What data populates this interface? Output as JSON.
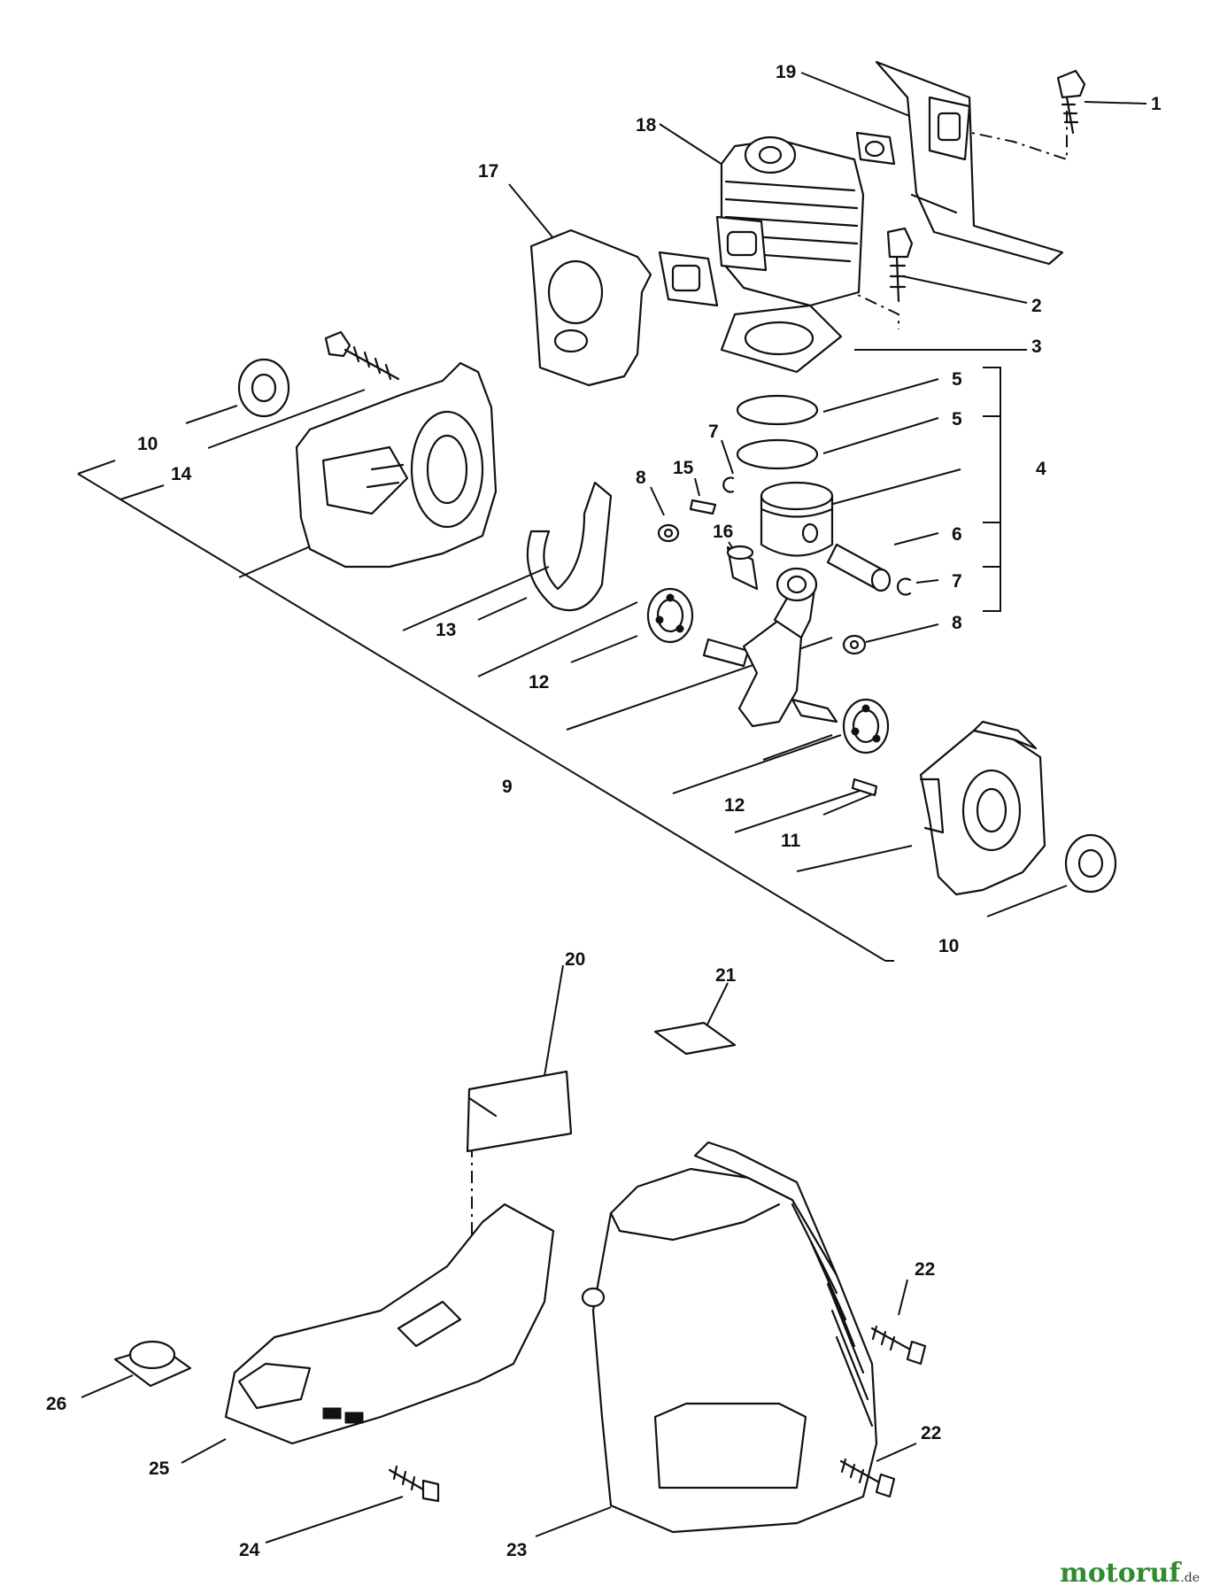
{
  "diagram": {
    "callouts": [
      {
        "id": "c1",
        "text": "1"
      },
      {
        "id": "c2",
        "text": "2"
      },
      {
        "id": "c3",
        "text": "3"
      },
      {
        "id": "c4",
        "text": "4"
      },
      {
        "id": "c5a",
        "text": "5"
      },
      {
        "id": "c5b",
        "text": "5"
      },
      {
        "id": "c6",
        "text": "6"
      },
      {
        "id": "c7a",
        "text": "7"
      },
      {
        "id": "c7b",
        "text": "7"
      },
      {
        "id": "c8a",
        "text": "8"
      },
      {
        "id": "c8b",
        "text": "8"
      },
      {
        "id": "c9",
        "text": "9"
      },
      {
        "id": "c10a",
        "text": "10"
      },
      {
        "id": "c10b",
        "text": "10"
      },
      {
        "id": "c11",
        "text": "11"
      },
      {
        "id": "c12a",
        "text": "12"
      },
      {
        "id": "c12b",
        "text": "12"
      },
      {
        "id": "c13",
        "text": "13"
      },
      {
        "id": "c14",
        "text": "14"
      },
      {
        "id": "c15",
        "text": "15"
      },
      {
        "id": "c16",
        "text": "16"
      },
      {
        "id": "c17",
        "text": "17"
      },
      {
        "id": "c18",
        "text": "18"
      },
      {
        "id": "c19",
        "text": "19"
      },
      {
        "id": "c20",
        "text": "20"
      },
      {
        "id": "c21",
        "text": "21"
      },
      {
        "id": "c22a",
        "text": "22"
      },
      {
        "id": "c22b",
        "text": "22"
      },
      {
        "id": "c23",
        "text": "23"
      },
      {
        "id": "c24",
        "text": "24"
      },
      {
        "id": "c25",
        "text": "25"
      },
      {
        "id": "c26",
        "text": "26"
      }
    ]
  },
  "watermark": {
    "brand": "motoruf",
    "suffix": ".de"
  },
  "colors": {
    "line": "#111111",
    "background": "#ffffff",
    "watermark": "#2e8b2e"
  }
}
